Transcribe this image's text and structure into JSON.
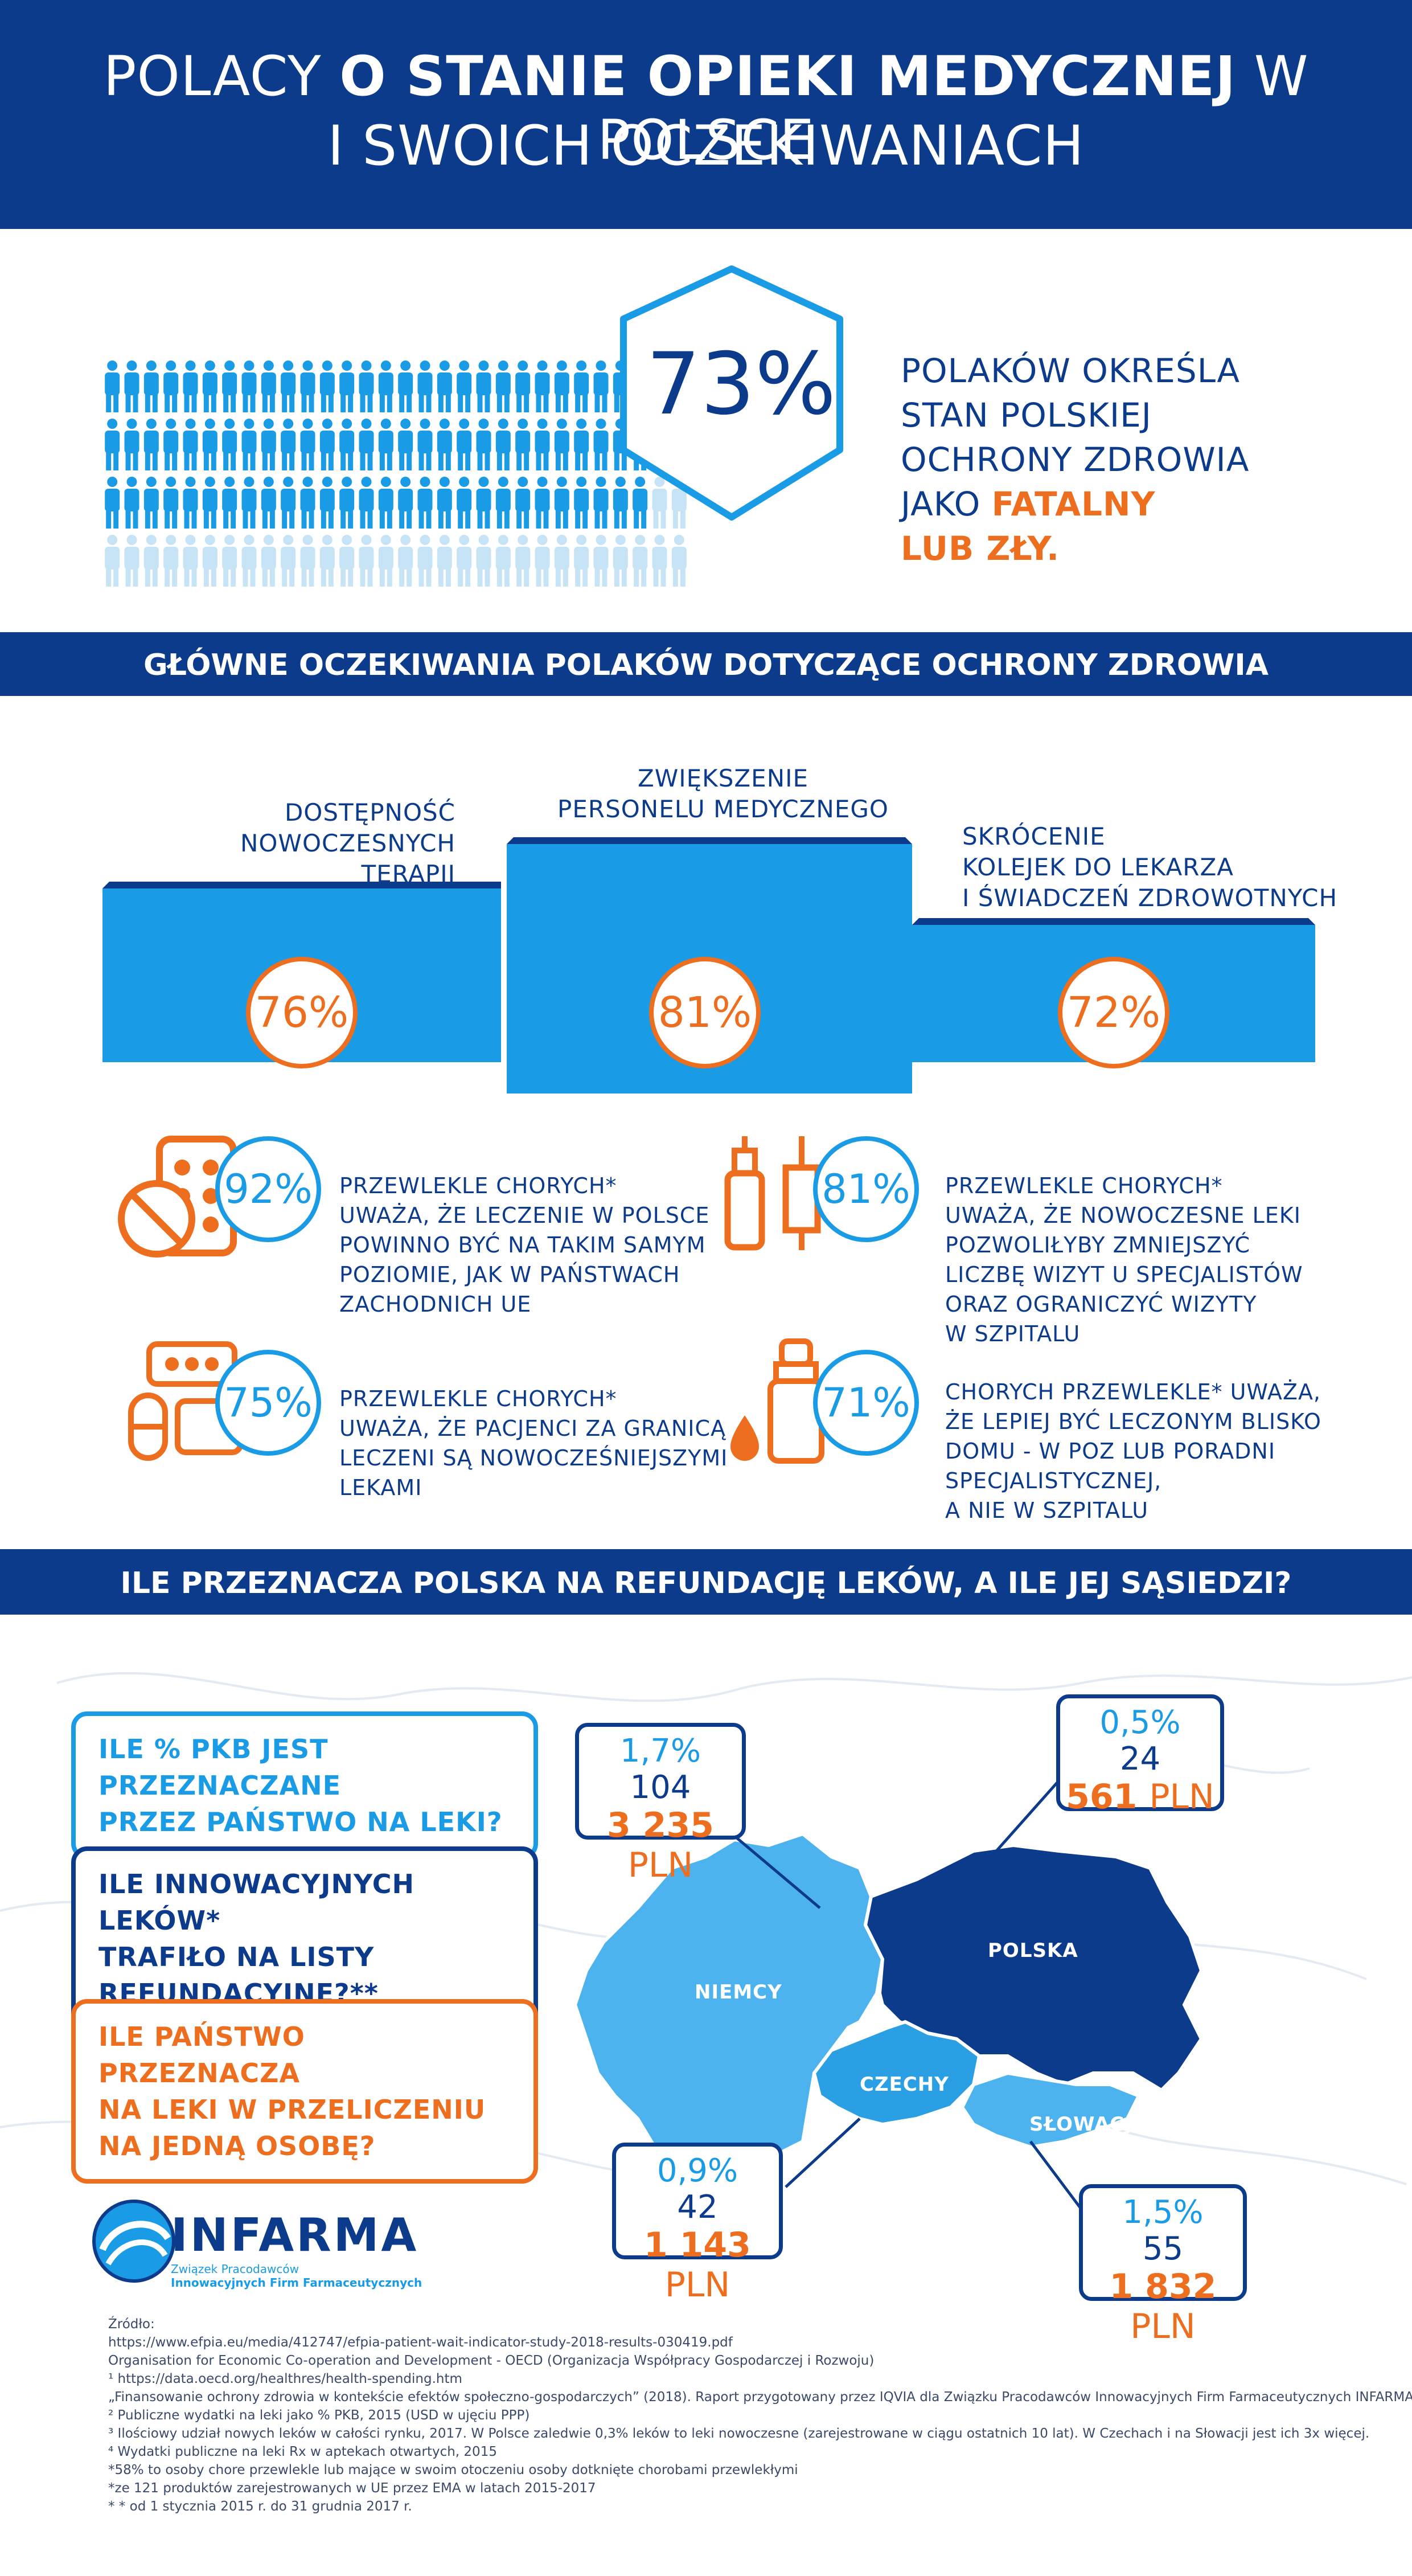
{
  "header": {
    "title_pre": "POLACY ",
    "title_bold": "O STANIE OPIEKI MEDYCZNEJ",
    "title_post": " W POLSCE",
    "title_line2": "I SWOICH OCZEKIWANIACH"
  },
  "headline_stat": {
    "value": "73%",
    "fill_fraction": 0.73,
    "text_lines": [
      "POLAKÓW OKREŚLA",
      "STAN POLSKIEJ",
      "OCHRONY ZDROWIA"
    ],
    "text_line4_pre": "JAKO ",
    "text_line4_hl": "FATALNY",
    "text_line5_hl": "LUB ZŁY."
  },
  "expectations": {
    "title": "GŁÓWNE OCZEKIWANIA POLAKÓW DOTYCZĄCE OCHRONY ZDROWIA",
    "items": [
      {
        "label_l1": "DOSTĘPNOŚĆ",
        "label_l2": "NOWOCZESNYCH TERAPII",
        "value": "76%"
      },
      {
        "label_l1": "ZWIĘKSZENIE",
        "label_l2": "PERSONELU MEDYCZNEGO",
        "value": "81%"
      },
      {
        "label_l1": "SKRÓCENIE",
        "label_l2": "KOLEJEK DO LEKARZA",
        "label_l3": "I ŚWIADCZEŃ ZDROWOTNYCH",
        "value": "72%"
      }
    ]
  },
  "chronic_stats": [
    {
      "value": "92%",
      "lines": [
        "PRZEWLEKLE CHORYCH*",
        "UWAŻA, ŻE LECZENIE W POLSCE",
        "POWINNO BYĆ NA TAKIM SAMYM",
        "POZIOMIE, JAK W PAŃSTWACH",
        "ZACHODNICH UE"
      ],
      "icon": "pills-icon"
    },
    {
      "value": "81%",
      "lines": [
        "PRZEWLEKLE CHORYCH*",
        "UWAŻA, ŻE NOWOCZESNE LEKI",
        "POZWOLIŁYBY ZMNIEJSZYĆ",
        "LICZBĘ WIZYT U SPECJALISTÓW",
        "ORAZ OGRANICZYĆ WIZYTY",
        "W SZPITALU"
      ],
      "icon": "syringe-icon"
    },
    {
      "value": "75%",
      "lines": [
        "PRZEWLEKLE CHORYCH*",
        "UWAŻA, ŻE PACJENCI ZA GRANICĄ",
        "LECZENI SĄ NOWOCZEŚNIEJSZYMI",
        "LEKAMI"
      ],
      "icon": "capsules-icon"
    },
    {
      "value": "71%",
      "lines": [
        "CHORYCH PRZEWLEKLE* UWAŻA,",
        "ŻE LEPIEJ BYĆ LECZONYM BLISKO",
        "DOMU - W POZ LUB PORADNI",
        "SPECJALISTYCZNEJ,",
        "A NIE W SZPITALU"
      ],
      "icon": "dropper-icon"
    }
  ],
  "refund": {
    "title": "ILE PRZEZNACZA POLSKA NA REFUNDACJĘ LEKÓW, A ILE JEJ SĄSIEDZI?",
    "questions": [
      {
        "lines": [
          "ILE % PKB JEST PRZEZNACZANE",
          "PRZEZ PAŃSTWO NA LEKI?"
        ],
        "color": "#1a9be6"
      },
      {
        "lines": [
          "ILE INNOWACYJNYCH LEKÓW*",
          "TRAFIŁO NA LISTY",
          "REFUNDACYJNE?**"
        ],
        "color": "#0d3b8c"
      },
      {
        "lines": [
          "ILE PAŃSTWO PRZEZNACZA",
          "NA LEKI W PRZELICZENIU",
          "NA JEDNĄ OSOBĘ?"
        ],
        "color": "#ec6e1e"
      }
    ],
    "countries": [
      {
        "name": "NIEMCY",
        "pkb": "1,7%",
        "drugs": "104",
        "per_capita": "3 235",
        "currency": "PLN"
      },
      {
        "name": "POLSKA",
        "pkb": "0,5%",
        "drugs": "24",
        "per_capita": "561",
        "currency": "PLN"
      },
      {
        "name": "CZECHY",
        "pkb": "0,9%",
        "drugs": "42",
        "per_capita": "1 143",
        "currency": "PLN"
      },
      {
        "name": "SŁOWACJA",
        "pkb": "1,5%",
        "drugs": "55",
        "per_capita": "1 832",
        "currency": "PLN"
      }
    ]
  },
  "logo": {
    "name": "INFARMA",
    "sub1": "Związek Pracodawców",
    "sub2": "Innowacyjnych Firm Farmaceutycznych"
  },
  "sources": [
    "Źródło:",
    "https://www.efpia.eu/media/412747/efpia-patient-wait-indicator-study-2018-results-030419.pdf",
    "Organisation for Economic Co-operation and Development - OECD (Organizacja Współpracy Gospodarczej i Rozwoju)",
    "¹ https://data.oecd.org/healthres/health-spending.htm",
    "„Finansowanie ochrony zdrowia w kontekście efektów społeczno-gospodarczych” (2018). Raport przygotowany przez IQVIA dla Związku Pracodawców Innowacyjnych Firm Farmaceutycznych INFARMA:",
    "² Publiczne wydatki na leki jako % PKB, 2015 (USD w ujęciu PPP)",
    "³ Ilościowy udział nowych leków w całości rynku, 2017. W Polsce zaledwie 0,3% leków to leki nowoczesne (zarejestrowane w ciągu ostatnich 10 lat). W Czechach i na Słowacji jest ich 3x więcej.",
    "⁴ Wydatki publiczne na leki Rx w aptekach otwartych, 2015",
    "*58% to osoby chore przewlekle lub mające w swoim otoczeniu osoby dotknięte chorobami przewlekłymi",
    "*ze 121 produktów zarejestrowanych w UE przez EMA w latach 2015-2017",
    "* * od 1 stycznia 2015 r. do 31 grudnia 2017 r."
  ],
  "colors": {
    "navy": "#0d3b8c",
    "blue": "#1a9be6",
    "orange": "#ec6e1e"
  }
}
